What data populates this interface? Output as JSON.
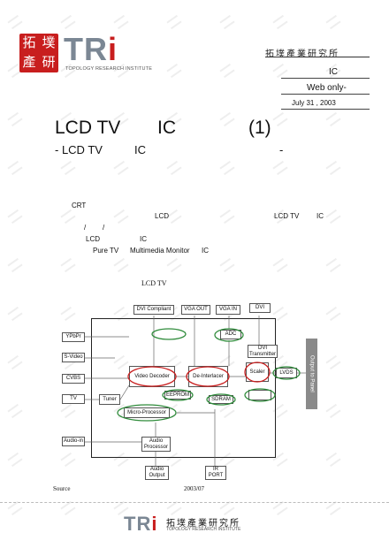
{
  "header": {
    "seal_chars": [
      "拓",
      "墣",
      "產",
      "研"
    ],
    "logo_letters": {
      "t": "T",
      "r": "R",
      "i": "i"
    },
    "logo_subtitle": "TOPOLOGY RESEARCH INSTITUTE",
    "org_cn": "拓墣產業研究所",
    "right_ic": "IC",
    "web_only": "Web  only-",
    "date": "July 31 , 2003"
  },
  "title": {
    "left": "LCD TV",
    "mid": "IC",
    "right": "(1)"
  },
  "subtitle": {
    "left": "- LCD TV",
    "mid": "IC",
    "right": "-"
  },
  "body": {
    "crt": "CRT",
    "lcd1": "LCD",
    "lcd_tv": "LCD TV",
    "ic1": "IC",
    "slash1": "/",
    "slash2": "/",
    "lcd2": "LCD",
    "ic2": "IC",
    "pure_tv": "Pure TV",
    "multimedia": "Multimedia Monitor",
    "ic3": "IC"
  },
  "figure": {
    "caption": "LCD TV",
    "inputs": [
      "YPbPr",
      "S-Video",
      "CVBS",
      "TV",
      "Audio-in"
    ],
    "top_blocks": [
      "DVI Compliant",
      "VGA OUT",
      "VGA IN",
      "DVI"
    ],
    "blocks": {
      "adc": "ADC",
      "dvi_tx": "DVI Transmitter",
      "video_decoder": "Video Decoder",
      "deinterlacer": "De-Interlacer",
      "scaler": "Scaler",
      "lvds": "LVDS",
      "eeprom": "EEPROM",
      "sdram": "SDRAM",
      "tuner": "Tuner",
      "micro": "Micro-Processor",
      "audio_proc": "Audio Processor",
      "audio_out": "Audio Output",
      "ir_port": "IR PORT"
    },
    "panel": "Output to Panel"
  },
  "footer": {
    "source": "Source",
    "date": "2003/07",
    "cn": "拓墣產業研究所",
    "subtitle": "TOPOLOGY RESEARCH INSTITUTE"
  },
  "colors": {
    "accent_red": "#c81e1e",
    "logo_grey": "#7b8794",
    "oval_green": "#2e8b3a",
    "oval_red": "#c81e1e"
  }
}
